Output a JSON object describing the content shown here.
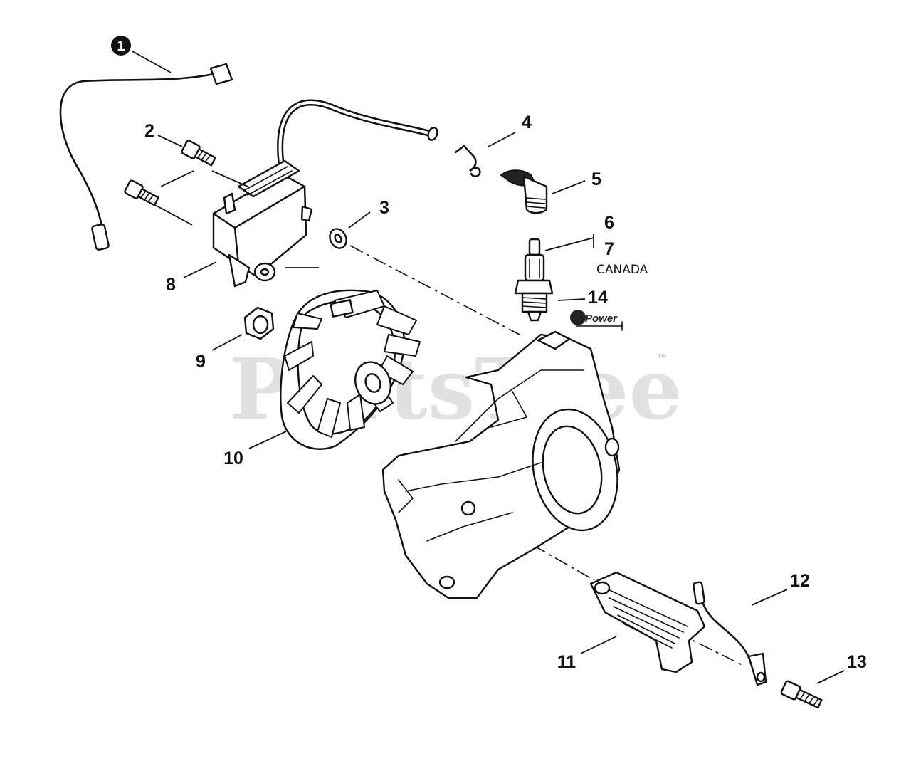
{
  "diagram": {
    "callouts": {
      "c1": "1",
      "c2": "2",
      "c3": "3",
      "c4": "4",
      "c5": "5",
      "c6": "6",
      "c7": "7",
      "c8": "8",
      "c9": "9",
      "c10": "10",
      "c11": "11",
      "c12": "12",
      "c13": "13",
      "c14": "14"
    },
    "canada_note": "CANADA",
    "repower_logo_text": "Power",
    "watermark_text": "PartsTree",
    "watermark_tm": "™"
  },
  "colors": {
    "line": "#111111",
    "background": "#ffffff",
    "watermark": "#c9c9c9"
  }
}
